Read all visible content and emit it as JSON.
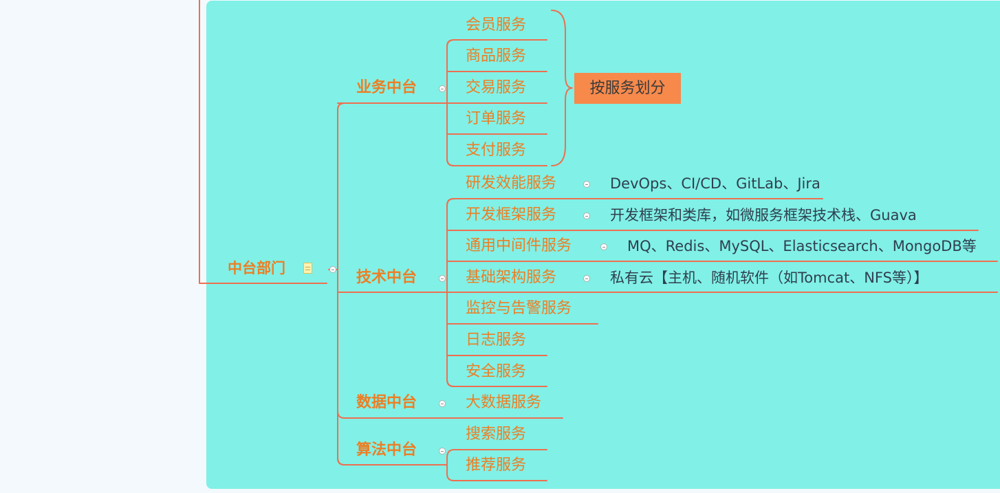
{
  "colors": {
    "connector": "#ee6f4f",
    "panel": "#81f0e6",
    "node_text": "#ec7e24",
    "leaf_text": "#2f3f4f",
    "summary_fill": "#f7894b"
  },
  "root": {
    "label": "中台部门",
    "note_icon": "note-icon"
  },
  "branches": {
    "business": {
      "label": "业务中台",
      "children": [
        "会员服务",
        "商品服务",
        "交易服务",
        "订单服务",
        "支付服务"
      ],
      "summary": "按服务划分"
    },
    "technology": {
      "label": "技术中台",
      "children": [
        {
          "label": "研发效能服务",
          "detail": "DevOps、CI/CD、GitLab、Jira"
        },
        {
          "label": "开发框架服务",
          "detail": "开发框架和类库，如微服务框架技术栈、Guava"
        },
        {
          "label": "通用中间件服务",
          "detail": "MQ、Redis、MySQL、Elasticsearch、MongoDB等"
        },
        {
          "label": "基础架构服务",
          "detail": "私有云【主机、随机软件（如Tomcat、NFS等）】"
        },
        {
          "label": "监控与告警服务"
        },
        {
          "label": "日志服务"
        },
        {
          "label": "安全服务"
        }
      ]
    },
    "data": {
      "label": "数据中台",
      "children": [
        "大数据服务"
      ]
    },
    "algorithm": {
      "label": "算法中台",
      "children": [
        "搜索服务",
        "推荐服务"
      ]
    }
  }
}
